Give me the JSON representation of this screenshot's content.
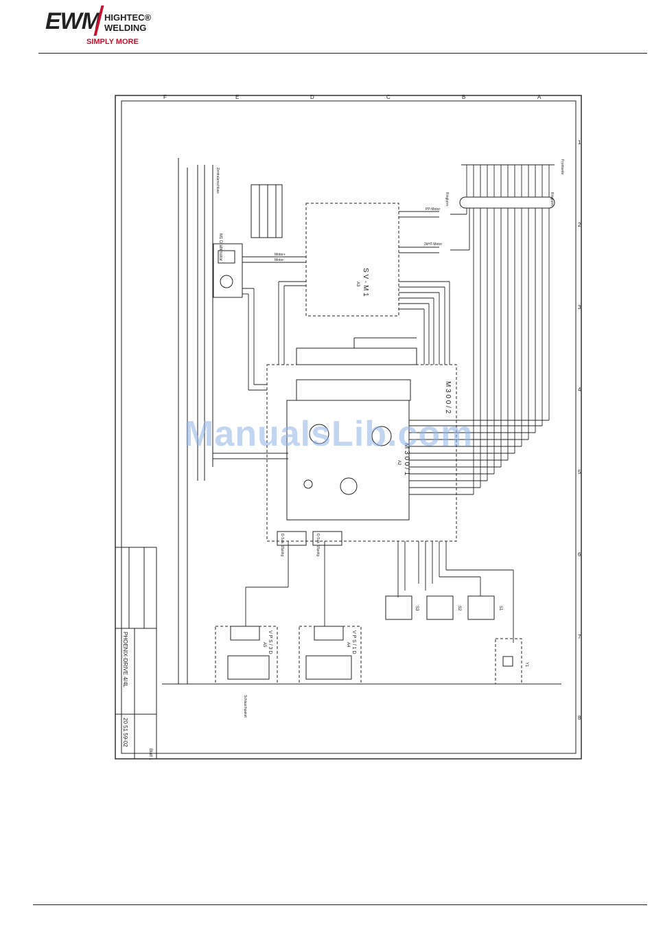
{
  "header": {
    "logo_text": "EWM",
    "logo_line1": "HIGHTEC®",
    "logo_line2": "WELDING",
    "tagline": "SIMPLY MORE"
  },
  "watermark": "ManualsLib.com",
  "schematic": {
    "title_block": {
      "title": "PHOENIX-DRIVE 4/4L",
      "drawing_number": "20 51 59-02",
      "sheet": "Blatt 1"
    },
    "modules": {
      "sv": "S V - M 1",
      "m3002": "M 3 0 0 / 2",
      "m3001": "M 3 0 0 / 1",
      "vps_a5": "V P S / 3 D",
      "vps_a4": "V P S / 1 D",
      "dsub": "D-Sub. 15polig"
    },
    "grid_letters": [
      "F",
      "E",
      "D",
      "C",
      "B",
      "A"
    ],
    "grid_numbers": [
      "1",
      "2",
      "3",
      "4",
      "5",
      "6",
      "7",
      "8"
    ],
    "labels": {
      "m1": "M1 Drahtmotor",
      "a2": "A2",
      "a3": "A3",
      "a5": "A5",
      "a4": "A4",
      "s1": "S1",
      "s2": "S2",
      "s3": "S3",
      "y1": "Y1",
      "motor_plus": "Motor+",
      "motor_minus": "Motor-",
      "pp_motor": "PP-Motor",
      "push_pull": "2kHT-Motor",
      "ringkern": "Ringkern",
      "frontseite": "Frontseite",
      "schlauchpaket": "Schlauchpaket",
      "zentralanschluss": "Zentralanschluss"
    }
  },
  "colors": {
    "line": "#222222",
    "watermark": "#8fb4e6",
    "accent": "#c8102e"
  }
}
